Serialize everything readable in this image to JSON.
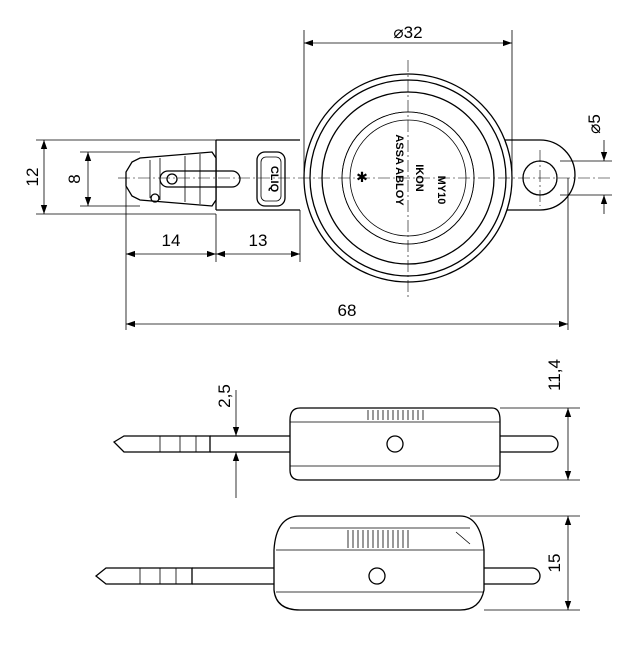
{
  "dimensions": {
    "diameter_body": "⌀32",
    "diameter_hole": "⌀5",
    "height_12": "12",
    "height_8": "8",
    "length_14": "14",
    "length_13": "13",
    "length_68": "68",
    "thickness_2_5": "2,5",
    "height_11_4": "11,4",
    "height_15": "15"
  },
  "labels": {
    "clip_button": "CLIQ",
    "brand": "IKON",
    "brand_sub": "ASSA ABLOY",
    "model": "MY10"
  },
  "colors": {
    "line": "#000000",
    "background": "#ffffff"
  }
}
